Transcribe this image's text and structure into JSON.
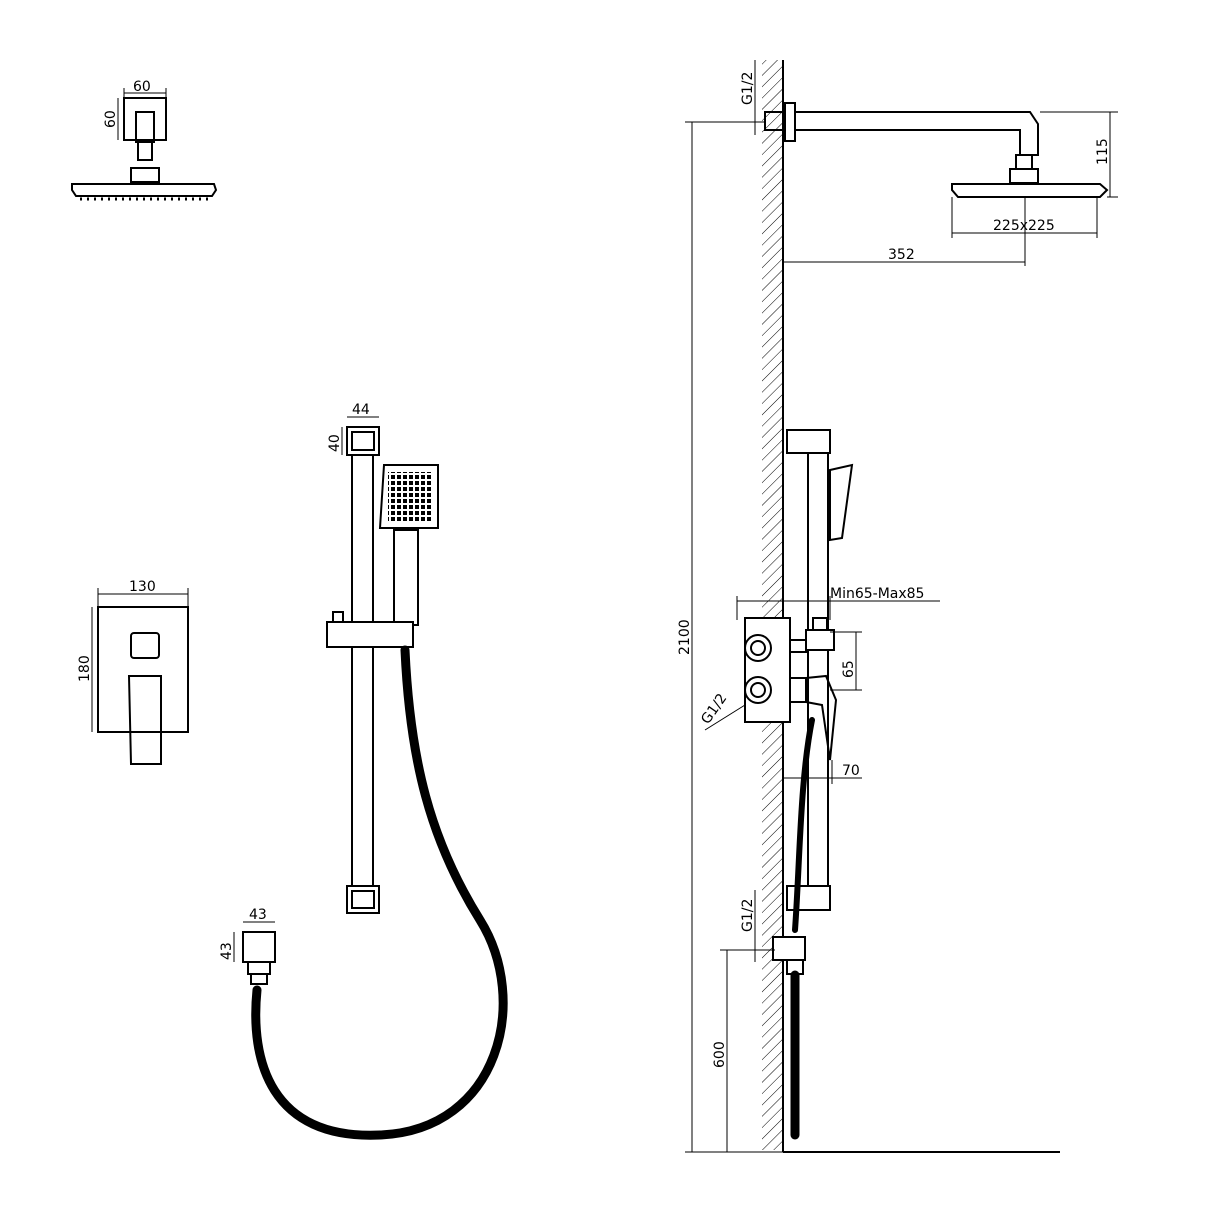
{
  "title": "Concealed shower system dimension drawing",
  "views": {
    "overhead_shower": {
      "width": "60",
      "height": "60"
    },
    "slide_rail": {
      "width": "44",
      "bracket_height": "40"
    },
    "mixer_plate": {
      "width": "130",
      "height": "180"
    },
    "wall_outlet": {
      "width": "43",
      "height": "43"
    },
    "side_view": {
      "thread_top": "G1/2",
      "thread_mixer": "G1/2",
      "thread_bottom": "G1/2",
      "head_drop": "115",
      "head_size": "225x225",
      "arm_projection": "352",
      "total_height": "2100",
      "wall_depth": "Min65-Max85",
      "inlet_spacing": "65",
      "mixer_projection": "70",
      "outlet_height": "600"
    }
  }
}
